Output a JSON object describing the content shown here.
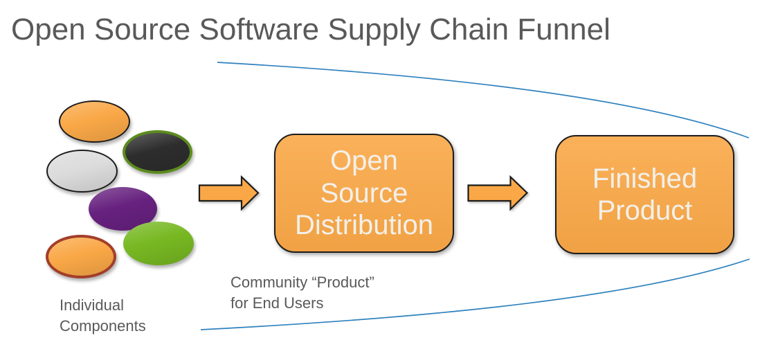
{
  "title": "Open Source Software Supply Chain Funnel",
  "colors": {
    "heading_text": "#595959",
    "caption_text": "#595959",
    "box_text": "#F2F0EA",
    "shape_orange": "#FAA847",
    "outline_black": "#1C1C1C",
    "funnel_line": "#2E81BE"
  },
  "components_cluster": {
    "label_lines": [
      "Individual",
      "Components"
    ],
    "ellipses": [
      {
        "name": "orange-ellipse",
        "fill": "#FAA847",
        "border": "#1C1C1C"
      },
      {
        "name": "dark-ellipse",
        "fill": "#2D2D2D",
        "border": "#5C8C1E"
      },
      {
        "name": "gray-ellipse",
        "fill": "#DCDCDC",
        "border": "#1C1C1C"
      },
      {
        "name": "purple-ellipse",
        "fill": "#67217F",
        "border": null
      },
      {
        "name": "green-ellipse",
        "fill": "#77B822",
        "border": null
      },
      {
        "name": "orange-rust-ellipse",
        "fill": "#FAA847",
        "border": "#A23E2A"
      }
    ]
  },
  "boxes": [
    {
      "name": "open-source-distribution",
      "lines": [
        "Open",
        "Source",
        "Distribution"
      ]
    },
    {
      "name": "finished-product",
      "lines": [
        "Finished",
        "Product"
      ]
    }
  ],
  "caption": {
    "lines": [
      "Community “Product”",
      "for End Users"
    ]
  }
}
